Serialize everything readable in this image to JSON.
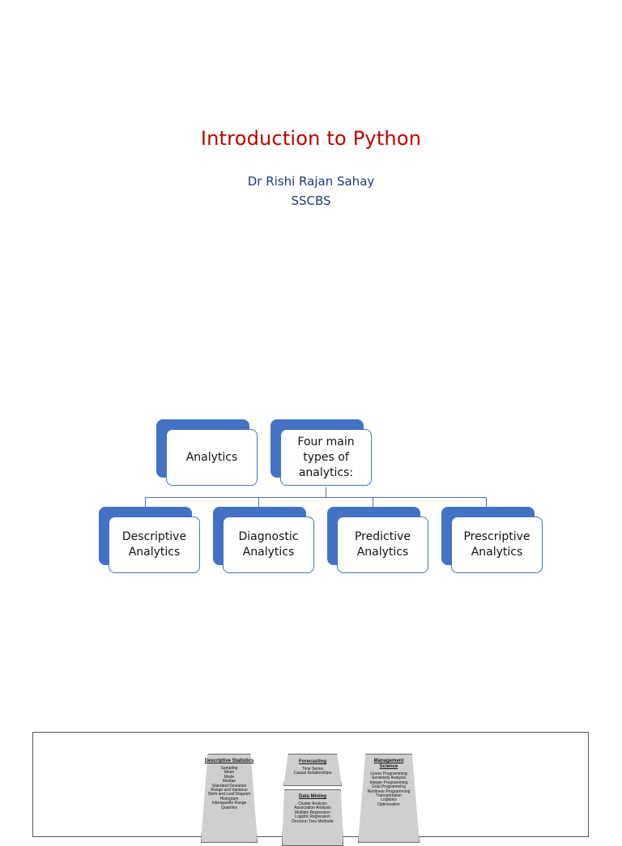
{
  "slide": {
    "title": "Introduction to Python",
    "author": "Dr Rishi Rajan Sahay",
    "institution": "SSCBS"
  },
  "hierarchy": {
    "top": [
      {
        "label": "Analytics"
      },
      {
        "label": "Four main types of analytics:"
      }
    ],
    "children": [
      {
        "label": "Descriptive Analytics"
      },
      {
        "label": "Diagnostic Analytics"
      },
      {
        "label": "Predictive Analytics"
      },
      {
        "label": "Prescriptive Analytics"
      }
    ],
    "colors": {
      "accent": "#4472c4",
      "title": "#c00000",
      "subtitle": "#1f3b73"
    }
  },
  "figure": {
    "columns": [
      {
        "heading": "Descriptive Statistics",
        "items": [
          "Sampling",
          "Mean",
          "Mode",
          "Median",
          "Standard Deviation",
          "Range and Variance",
          "Stem and Leaf Diagram",
          "Histogram",
          "Interquartile Range",
          "Quartiles"
        ]
      },
      {
        "heading": "Forecasting",
        "items": [
          "Time Series",
          "Causal Relationships"
        ]
      },
      {
        "heading": "Data Mining",
        "items": [
          "Cluster Analysis",
          "Association Analysis",
          "Multiple Regression",
          "Logistic Regression",
          "Decision Tree Methods"
        ]
      },
      {
        "heading": "Management Science",
        "items": [
          "Linear Programming",
          "Sensitivity Analysis",
          "Integer Programming",
          "Goal Programming",
          "Nonlinear Programming",
          "Transportation",
          "Logistics",
          "Optimization"
        ]
      }
    ]
  }
}
